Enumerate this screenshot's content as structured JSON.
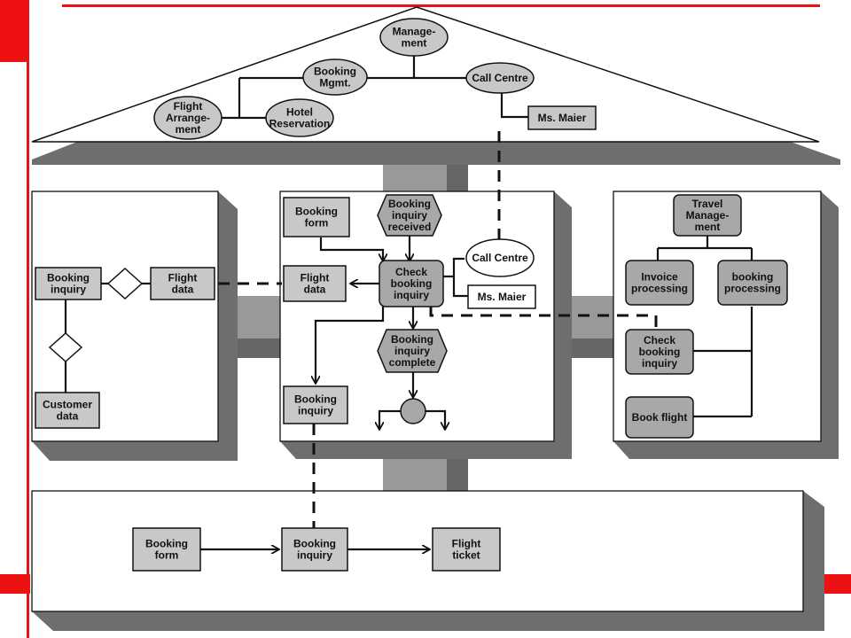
{
  "colors": {
    "accent_red": "#ee1111",
    "pillar": "#999999",
    "pillar_dark": "#666666",
    "shadow": "#6e6e6e",
    "node_fill": "#c8c8c8",
    "node_dark": "#a8a8a8",
    "panel_fill": "#ffffff",
    "line": "#111111"
  },
  "roof": {
    "management": [
      "Manage-",
      "ment"
    ],
    "booking_mgmt": [
      "Booking",
      "Mgmt."
    ],
    "call_centre": [
      "Call Centre"
    ],
    "flight_arrangement": [
      "Flight",
      "Arrange-",
      "ment"
    ],
    "hotel_reservation": [
      "Hotel",
      "Reservation"
    ],
    "ms_maier": [
      "Ms. Maier"
    ]
  },
  "left_panel": {
    "booking_inquiry": [
      "Booking",
      "inquiry"
    ],
    "flight_data": [
      "Flight",
      "data"
    ],
    "customer_data": [
      "Customer",
      "data"
    ]
  },
  "center_panel": {
    "booking_form": [
      "Booking",
      "form"
    ],
    "inquiry_received": [
      "Booking",
      "inquiry",
      "received"
    ],
    "call_centre": [
      "Call Centre"
    ],
    "flight_data": [
      "Flight",
      "data"
    ],
    "check_booking_inquiry": [
      "Check",
      "booking",
      "inquiry"
    ],
    "ms_maier": [
      "Ms. Maier"
    ],
    "inquiry_complete": [
      "Booking",
      "inquiry",
      "complete"
    ],
    "booking_inquiry": [
      "Booking",
      "inquiry"
    ]
  },
  "right_panel": {
    "travel_management": [
      "Travel",
      "Manage-",
      "ment"
    ],
    "invoice_processing": [
      "Invoice",
      "processing"
    ],
    "booking_processing": [
      "booking",
      "processing"
    ],
    "check_booking_inquiry": [
      "Check",
      "booking",
      "inquiry"
    ],
    "book_flight": [
      "Book flight"
    ]
  },
  "bottom_panel": {
    "booking_form": [
      "Booking",
      "form"
    ],
    "booking_inquiry": [
      "Booking",
      "inquiry"
    ],
    "flight_ticket": [
      "Flight",
      "ticket"
    ]
  }
}
